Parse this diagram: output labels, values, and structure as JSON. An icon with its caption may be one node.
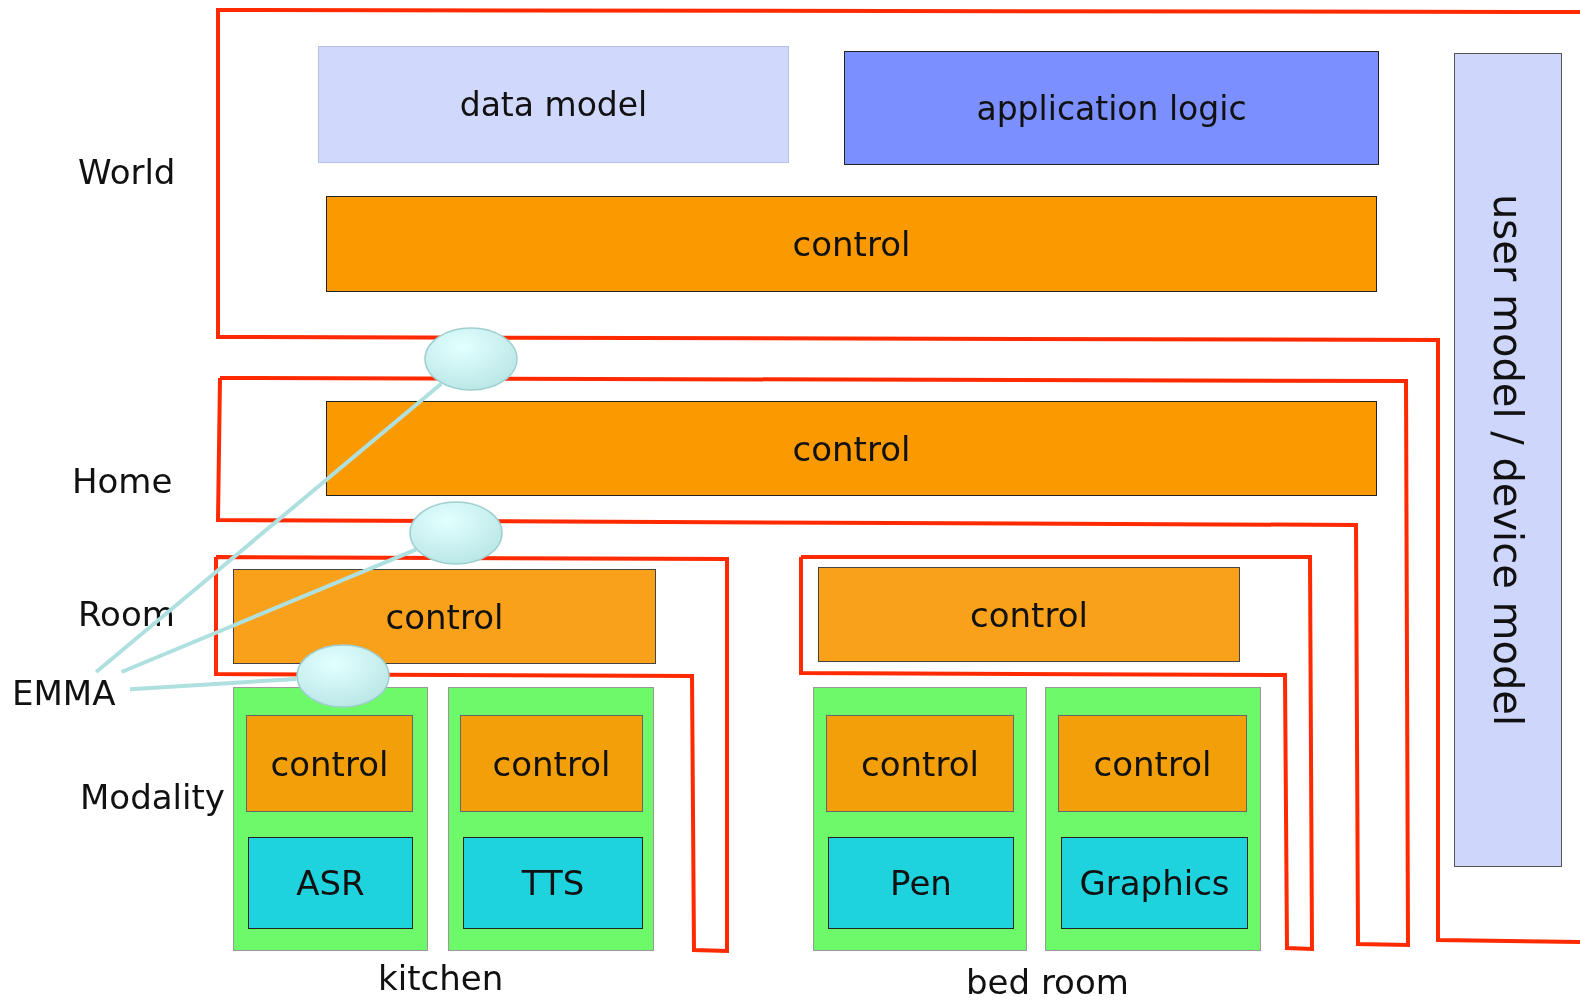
{
  "diagram": {
    "nodes": [
      {
        "text": [
          "data model"
        ]
      },
      {
        "text": [
          "application logic"
        ]
      },
      {
        "text": [
          "control"
        ]
      },
      {
        "text": [
          "user model / device model"
        ]
      },
      {
        "text": [
          "control"
        ]
      },
      {
        "text": [
          "control"
        ]
      },
      {
        "text": [
          "control"
        ]
      },
      {
        "text": [],
        "shape": "box"
      },
      {
        "text": [
          "control"
        ],
        "in": 7
      },
      {
        "text": [
          "ASR"
        ],
        "in": 7
      },
      {
        "text": [],
        "shape": "box"
      },
      {
        "text": [
          "control"
        ],
        "in": 10
      },
      {
        "text": [
          "TTS"
        ],
        "in": 10
      },
      {
        "text": [],
        "shape": "box"
      },
      {
        "text": [
          "control"
        ],
        "in": 13
      },
      {
        "text": [
          "Pen"
        ],
        "in": 13
      },
      {
        "text": [],
        "shape": "box"
      },
      {
        "text": [
          "control"
        ],
        "in": 16
      },
      {
        "text": [
          "Graphics"
        ],
        "in": 16
      },
      {
        "text": [
          "EMMA"
        ]
      },
      {
        "text": [],
        "shape": "ellipse"
      },
      {
        "text": [],
        "shape": "ellipse"
      },
      {
        "text": [],
        "shape": "ellipse"
      }
    ],
    "edges": [
      {
        "from": 19,
        "to": 20,
        "arrow": "none"
      },
      {
        "from": 19,
        "to": 21,
        "arrow": "none"
      },
      {
        "from": 19,
        "to": 22,
        "arrow": "none"
      }
    ],
    "labels": [
      "World",
      "Home",
      "Room",
      "Modality",
      "kitchen",
      "bed room"
    ]
  }
}
